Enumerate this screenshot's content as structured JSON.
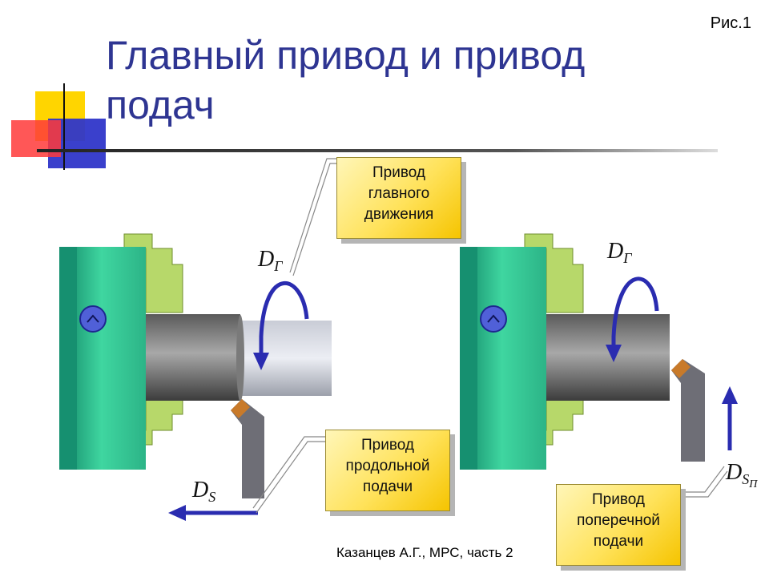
{
  "slide": {
    "figure_label": "Рис.1",
    "title_line1": "Главный привод и привод",
    "title_line2": "подач",
    "footer": "Казанцев А.Г., МРС, часть 2"
  },
  "callouts": {
    "main_drive": [
      "Привод",
      "главного",
      "движения"
    ],
    "longitudinal_feed": [
      "Привод",
      "продольной",
      "подачи"
    ],
    "cross_feed": [
      "Привод",
      "поперечной",
      "подачи"
    ]
  },
  "labels": {
    "d_main": "D",
    "d_main_sub": "Г",
    "d_feed": "D",
    "d_feed_sub": "S",
    "d_cross": "D",
    "d_cross_sub": "S",
    "d_cross_subsub": "П"
  },
  "colors": {
    "title": "#2e3592",
    "chuck": "#3fd6a0",
    "jaws": "#b7d86a",
    "arrow": "#2a2cb0",
    "shaft": "#8d8d8d",
    "callout_fill": "#ffe25a"
  }
}
